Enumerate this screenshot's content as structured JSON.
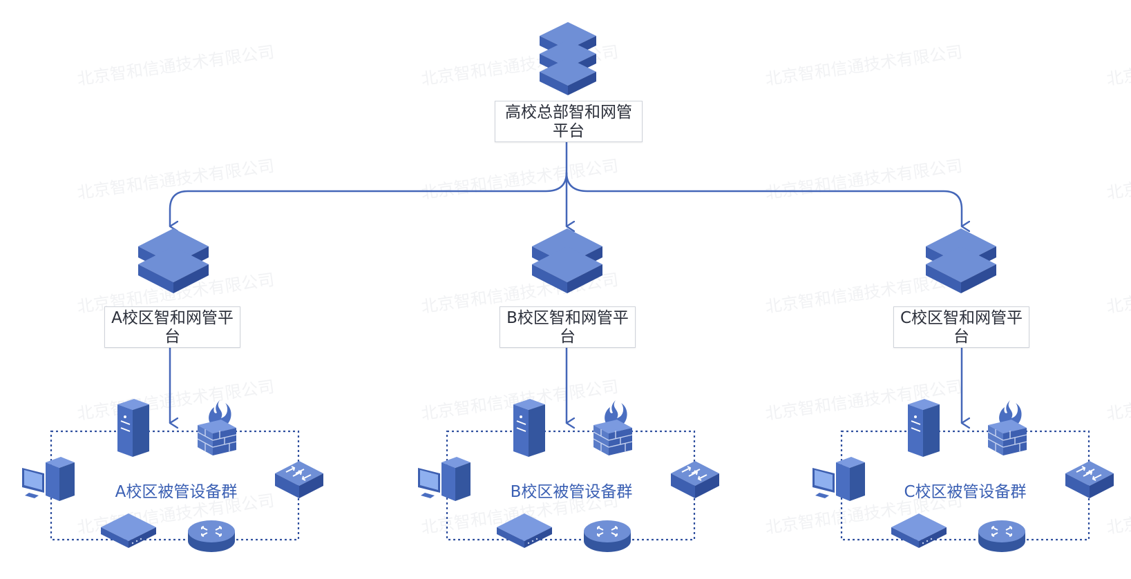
{
  "watermark": "北京智和信通技术有限公司",
  "colors": {
    "accent": "#4a6ec1",
    "accent_dark": "#3a5aa6",
    "accent_light": "#6f8fd6",
    "line": "#4466b8"
  },
  "hq": {
    "label": "高校总部智和网管平台"
  },
  "campuses": [
    {
      "id": "a",
      "platform_label": "A校区智和网管平台",
      "group_label": "A校区被管设备群"
    },
    {
      "id": "b",
      "platform_label": "B校区智和网管平台",
      "group_label": "B校区被管设备群"
    },
    {
      "id": "c",
      "platform_label": "C校区智和网管平台",
      "group_label": "C校区被管设备群"
    }
  ],
  "device_icons": [
    "server-tower-icon",
    "firewall-icon",
    "desktop-computer-icon",
    "switch-icon",
    "hub-icon",
    "router-icon"
  ]
}
